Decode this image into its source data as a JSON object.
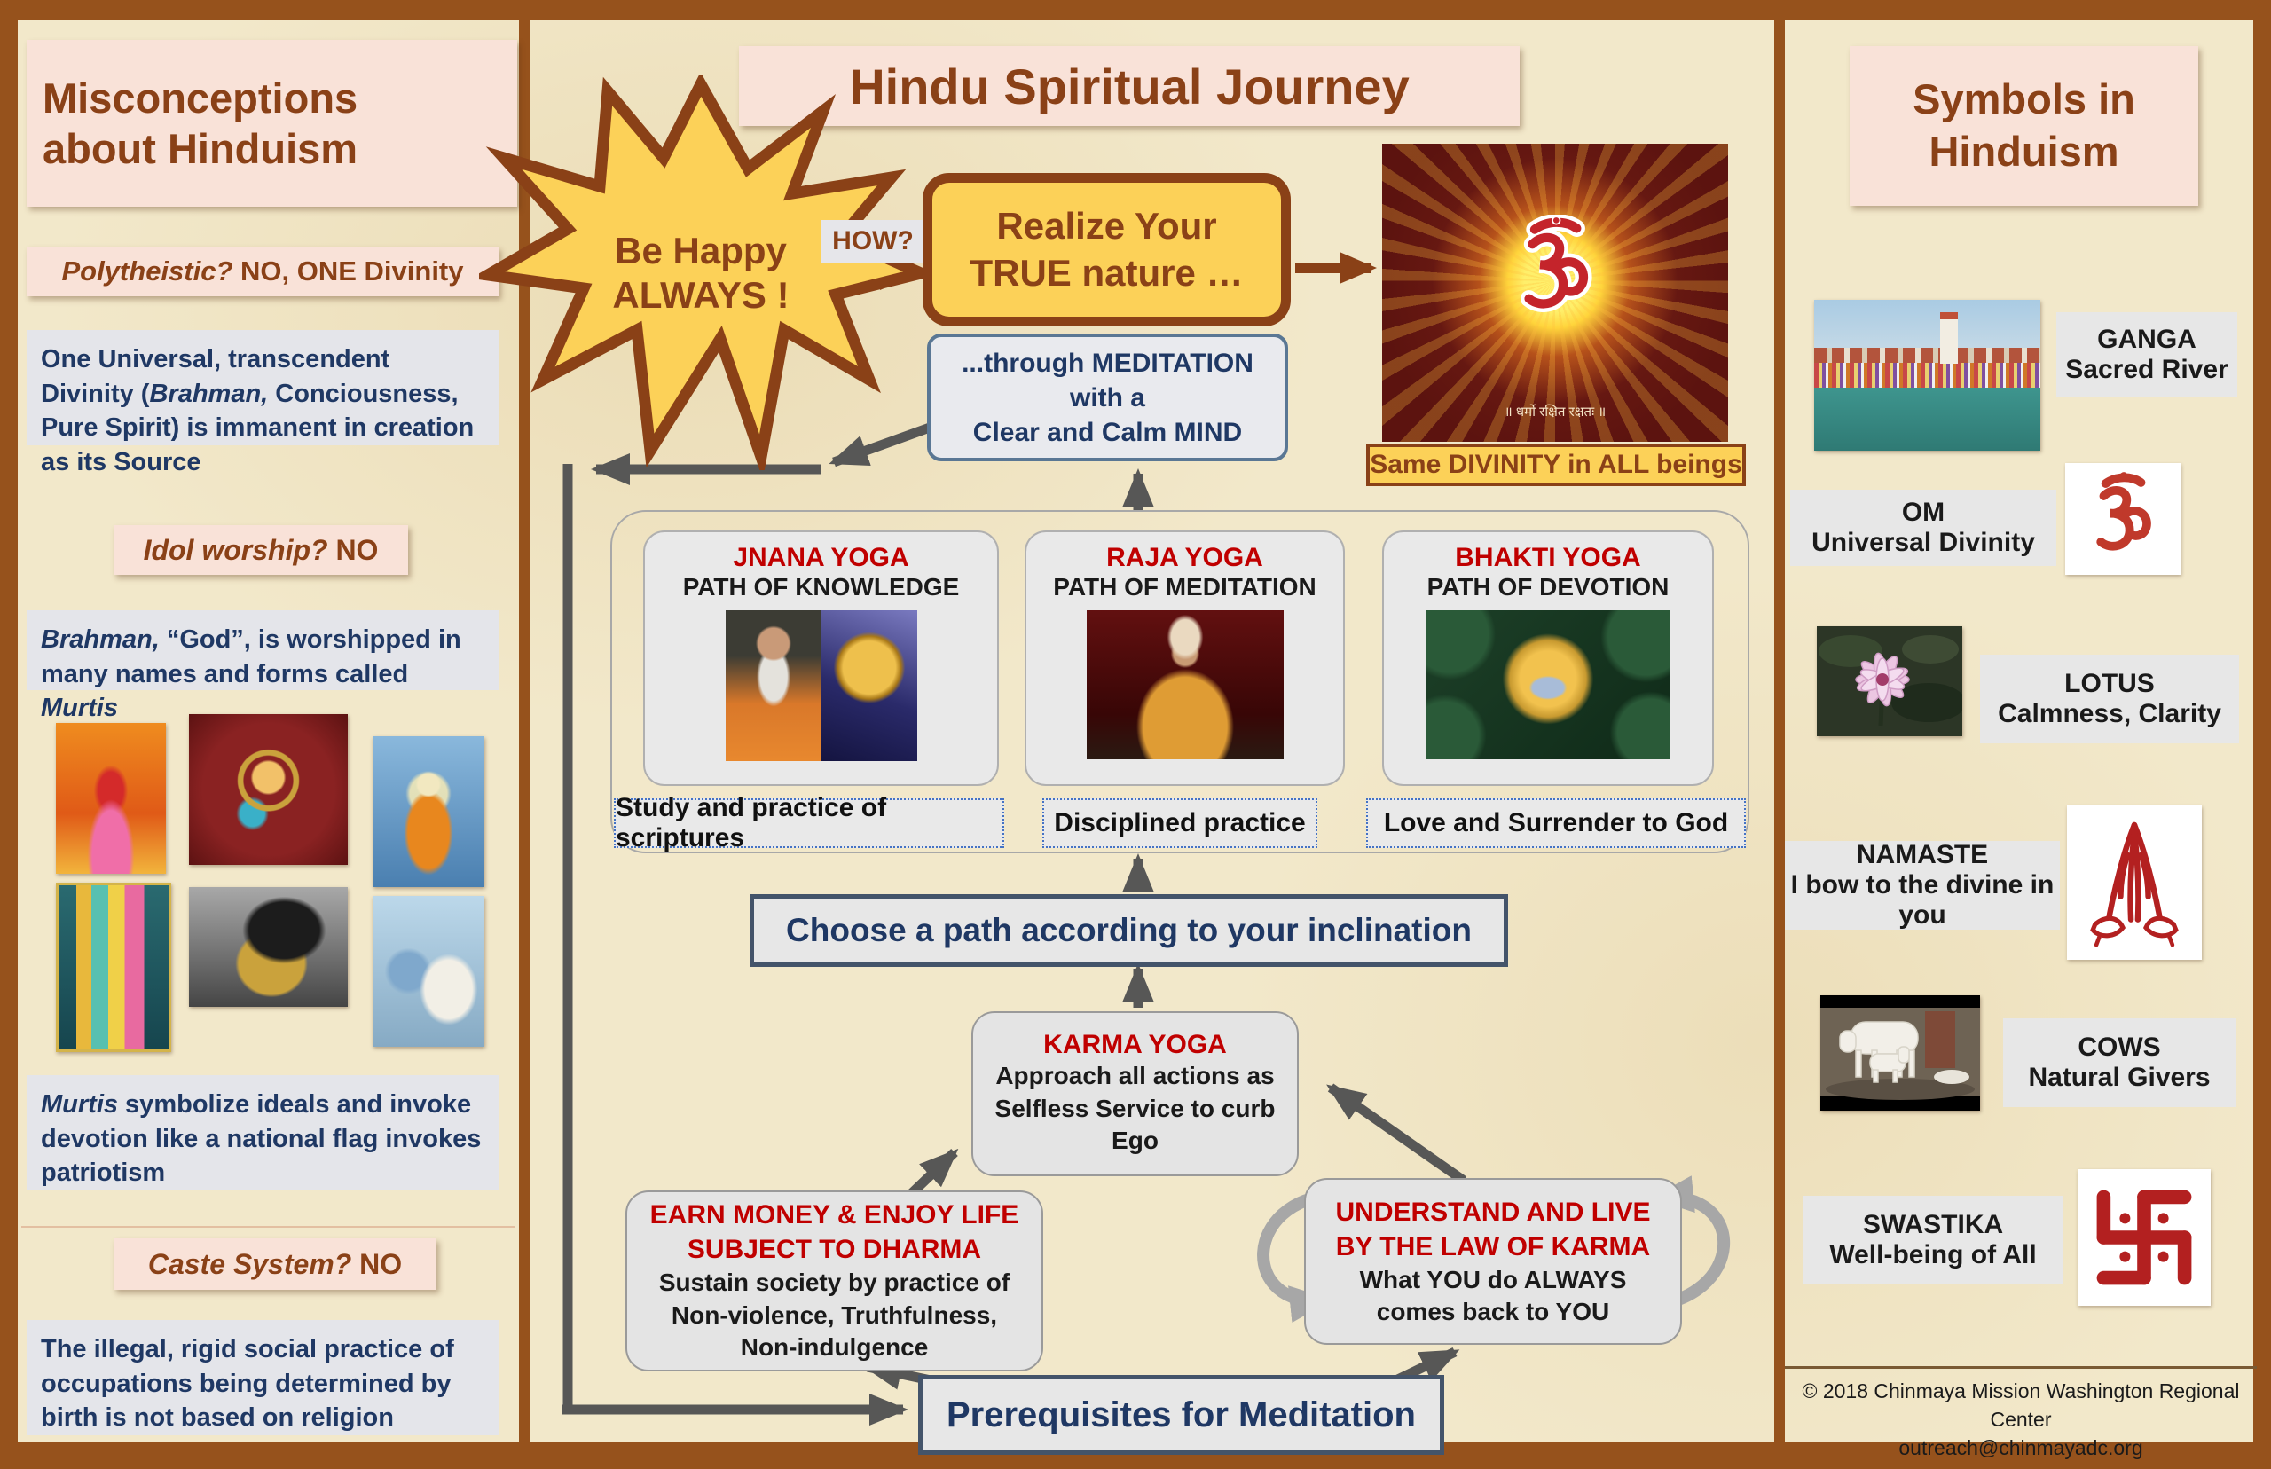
{
  "colors": {
    "frame_brown": "#96521c",
    "parchment": "#f2e8ca",
    "heading_pink": "#f9e2d8",
    "heading_brown": "#8a4117",
    "navy": "#1f3864",
    "red": "#c00000",
    "box_gray": "#e7e7e7",
    "yellow": "#fcd158",
    "arrow_gray": "#575756"
  },
  "left_panel": {
    "title_line1": "Misconceptions",
    "title_line2": "about Hinduism",
    "polytheistic": {
      "q": "Polytheistic?",
      "a": " NO, ONE Divinity"
    },
    "para_divinity": {
      "pre": "One Universal, transcendent Divinity (",
      "it": "Brahman,",
      "post": " Conciousness, Pure Spirit) is immanent in creation as its Source"
    },
    "idol": {
      "q": "Idol worship?",
      "a": " NO"
    },
    "para_murti": {
      "it1": "Brahman,",
      "mid": " “God”, is worshipped in many names and forms called ",
      "it2": "Murtis"
    },
    "murti_images": [
      "Durga on tiger",
      "Ganesha",
      "Buddha",
      "Rama, Sita, Lakshmana and Hanuman",
      "Shiva lingam",
      "Shiva with Nandi cow"
    ],
    "para_flag": {
      "it": "Murtis",
      "rest": " symbolize ideals and invoke devotion like a national flag invokes patriotism"
    },
    "caste": {
      "q": "Caste System?",
      "a": " NO"
    },
    "para_caste": "The illegal, rigid social practice of occupations being determined by birth is not based on religion"
  },
  "center_panel": {
    "title": "Hindu Spiritual Journey",
    "starburst": {
      "line1": "Be Happy",
      "line2": "ALWAYS !"
    },
    "how_label": "HOW?",
    "realize": {
      "line1": "Realize Your",
      "line2": "TRUE nature …"
    },
    "meditation": {
      "pre": "...through ",
      "b1": "MEDITATION",
      "mid": "with a",
      "b2": "Clear and Calm MIND"
    },
    "om_art": {
      "symbol": "ॐ",
      "sanskrit": "॥ धर्मो रक्षित रक्षतः ॥"
    },
    "divinity_caption": "Same DIVINITY in ALL beings",
    "paths": [
      {
        "name": "JNANA YOGA",
        "subtitle": "PATH OF KNOWLEDGE",
        "caption": "Study and practice of scriptures",
        "image": "swami-chinmayananda-with-bhagavad-gita"
      },
      {
        "name": "RAJA YOGA",
        "subtitle": "PATH OF MEDITATION",
        "caption": "Disciplined practice",
        "image": "swami-vivekananda-meditating"
      },
      {
        "name": "BHAKTI YOGA",
        "subtitle": "PATH OF DEVOTION",
        "caption": "Love and Surrender to God",
        "image": "krishna-with-flute"
      }
    ],
    "choose_label": "Choose a path according to your inclination",
    "karma_yoga": {
      "title": "KARMA YOGA",
      "body": "Approach all actions as Selfless Service to curb Ego"
    },
    "earn": {
      "title1": "EARN MONEY & ENJOY LIFE",
      "title2": "SUBJECT TO DHARMA",
      "body": "Sustain society by practice of Non-violence, Truthfulness, Non-indulgence"
    },
    "karma_law": {
      "title1": "UNDERSTAND AND LIVE",
      "title2": "BY THE LAW OF KARMA",
      "body1": "What YOU do ALWAYS",
      "body2": "comes back to YOU"
    },
    "prerequisites_label": "Prerequisites for Meditation"
  },
  "right_panel": {
    "title_line1": "Symbols in",
    "title_line2": "Hinduism",
    "symbols": [
      {
        "name": "GANGA",
        "meaning": "Sacred River",
        "icon": "ganga-river-photo"
      },
      {
        "name": "OM",
        "meaning": "Universal Divinity",
        "icon": "om-symbol"
      },
      {
        "name": "LOTUS",
        "meaning": "Calmness, Clarity",
        "icon": "lotus-photo"
      },
      {
        "name": "NAMASTE",
        "meaning": "I bow to the divine in you",
        "icon": "namaste-hands"
      },
      {
        "name": "COWS",
        "meaning": "Natural Givers",
        "icon": "cow-with-calf-photo"
      },
      {
        "name": "SWASTIKA",
        "meaning": "Well-being of All",
        "icon": "swastika-symbol"
      }
    ],
    "footer": {
      "line1": "© 2018 Chinmaya Mission Washington Regional Center",
      "line2": "outreach@chinmayadc.org"
    }
  }
}
